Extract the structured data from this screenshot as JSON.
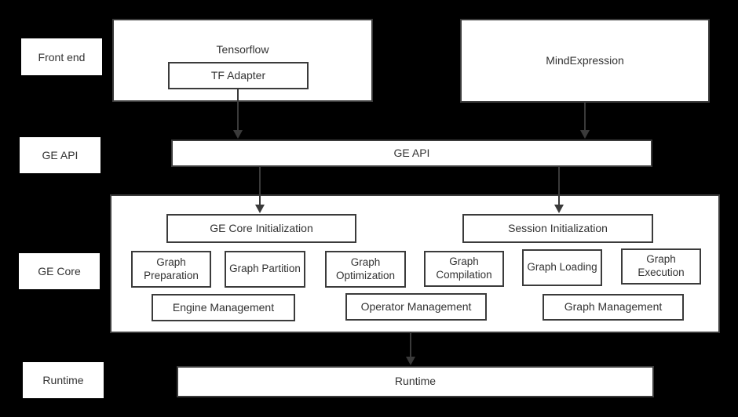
{
  "colors": {
    "background": "#000000",
    "box_fill": "#ffffff",
    "box_border": "#3b3b3b",
    "text_dark": "#333333",
    "arrow": "#3a3a3a"
  },
  "side_labels": {
    "front_end": "Front end",
    "ge_api": "GE API",
    "ge_core": "GE Core",
    "runtime": "Runtime"
  },
  "front_end_row": {
    "tensorflow_label": "Tensorflow",
    "tf_adapter_label": "TF Adapter",
    "mind_expression_label": "MindExpression"
  },
  "ge_api_row": {
    "bar_label": "GE API"
  },
  "ge_core_block": {
    "ge_core_initialization": "GE Core Initialization",
    "session_initialization": "Session Initialization",
    "graph_preparation": "Graph Preparation",
    "graph_partition": "Graph Partition",
    "graph_optimization": "Graph Optimization",
    "graph_compilation": "Graph Compilation",
    "graph_loading": "Graph Loading",
    "graph_execution": "Graph Execution",
    "engine_management": "Engine Management",
    "operator_management": "Operator Management",
    "graph_management": "Graph Management"
  },
  "runtime_row": {
    "bar_label": "Runtime"
  },
  "connections": [
    {
      "from": "TF Adapter",
      "to": "GE API"
    },
    {
      "from": "MindExpression",
      "to": "GE API"
    },
    {
      "from": "GE API",
      "to": "GE Core Initialization"
    },
    {
      "from": "GE API",
      "to": "Session Initialization"
    },
    {
      "from": "GE Core",
      "to": "Runtime"
    }
  ]
}
